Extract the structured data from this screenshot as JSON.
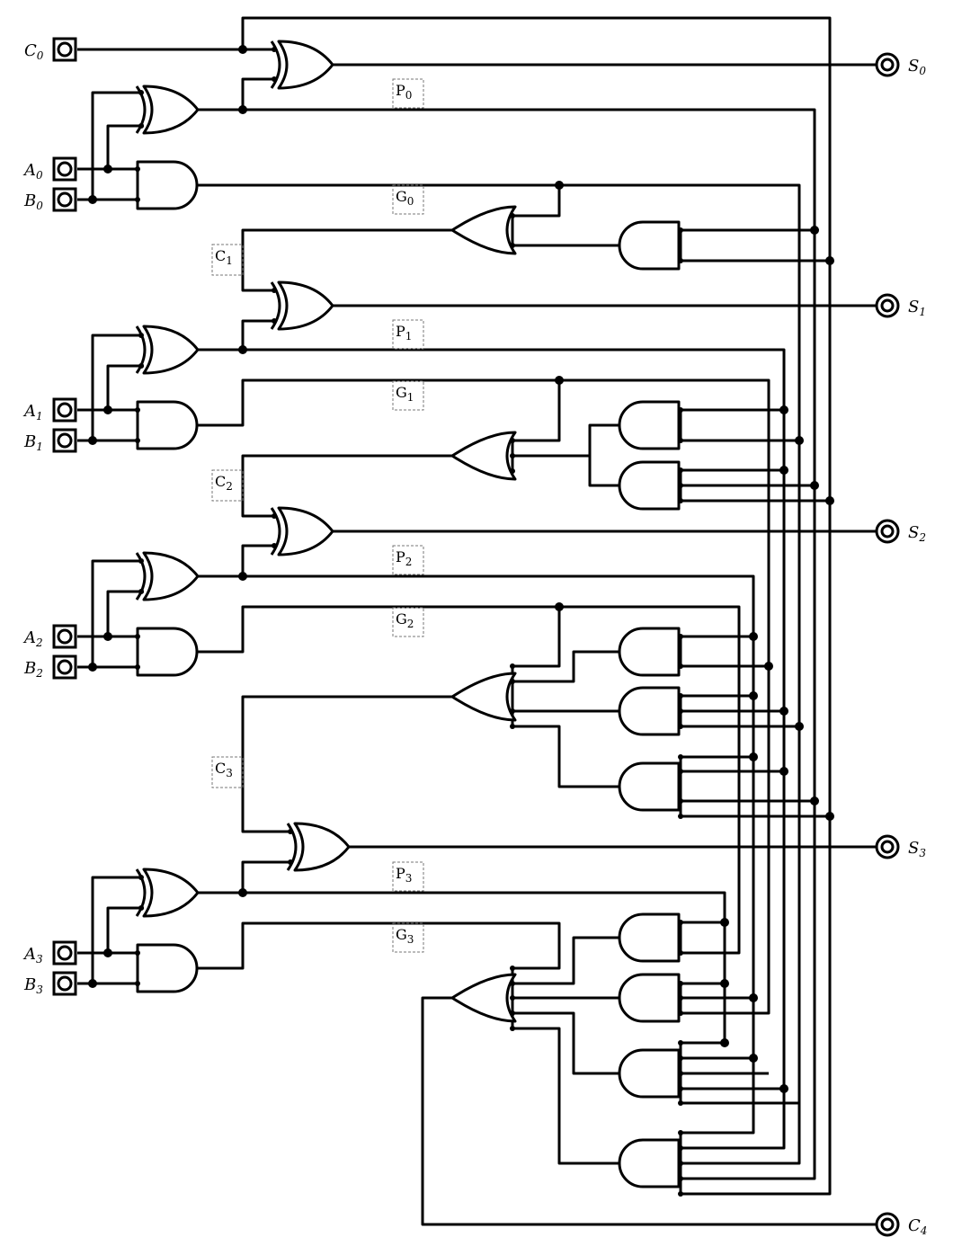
{
  "diagram": {
    "inputs": [
      {
        "base": "C",
        "sub": "0"
      },
      {
        "base": "A",
        "sub": "0"
      },
      {
        "base": "B",
        "sub": "0"
      },
      {
        "base": "A",
        "sub": "1"
      },
      {
        "base": "B",
        "sub": "1"
      },
      {
        "base": "A",
        "sub": "2"
      },
      {
        "base": "B",
        "sub": "2"
      },
      {
        "base": "A",
        "sub": "3"
      },
      {
        "base": "B",
        "sub": "3"
      }
    ],
    "outputs": [
      {
        "base": "S",
        "sub": "0"
      },
      {
        "base": "S",
        "sub": "1"
      },
      {
        "base": "S",
        "sub": "2"
      },
      {
        "base": "S",
        "sub": "3"
      },
      {
        "base": "C",
        "sub": "4"
      }
    ],
    "signals": [
      {
        "base": "P",
        "sub": "0"
      },
      {
        "base": "G",
        "sub": "0"
      },
      {
        "base": "C",
        "sub": "1"
      },
      {
        "base": "P",
        "sub": "1"
      },
      {
        "base": "G",
        "sub": "1"
      },
      {
        "base": "C",
        "sub": "2"
      },
      {
        "base": "P",
        "sub": "2"
      },
      {
        "base": "G",
        "sub": "2"
      },
      {
        "base": "C",
        "sub": "3"
      },
      {
        "base": "P",
        "sub": "3"
      },
      {
        "base": "G",
        "sub": "3"
      }
    ]
  }
}
